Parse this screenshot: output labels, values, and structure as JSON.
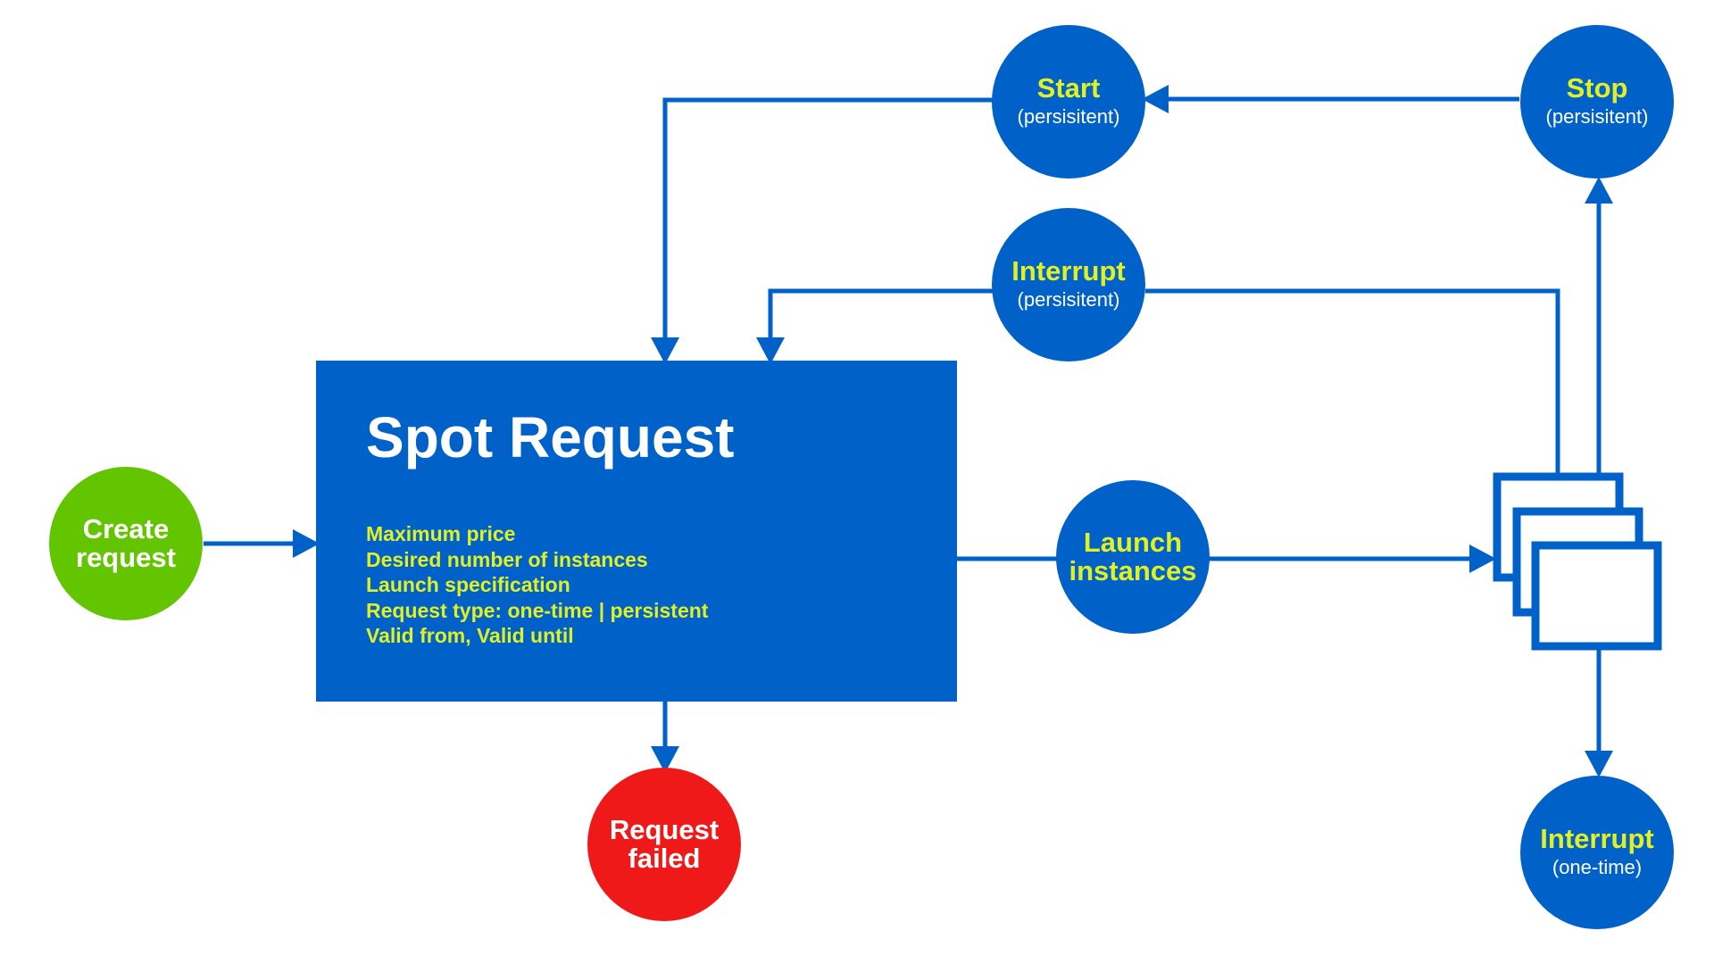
{
  "colors": {
    "primary_blue": "#0062c8",
    "highlight_yellow": "#e1f023",
    "green": "#63c400",
    "red": "#f01919",
    "white": "#ffffff"
  },
  "spot_request": {
    "title": "Spot Request",
    "attributes": [
      "Maximum price",
      "Desired number of instances",
      "Launch specification",
      "Request type: one-time | persistent",
      "Valid from, Valid until"
    ]
  },
  "nodes": {
    "create_request": {
      "label": "Create\nrequest"
    },
    "request_failed": {
      "label": "Request\nfailed"
    },
    "launch_instances": {
      "label": "Launch\ninstances"
    },
    "start": {
      "label": "Start",
      "sublabel": "(persisitent)"
    },
    "stop": {
      "label": "Stop",
      "sublabel": "(persisitent)"
    },
    "interrupt_persistent": {
      "label": "Interrupt",
      "sublabel": "(persisitent)"
    },
    "interrupt_one_time": {
      "label": "Interrupt",
      "sublabel": "(one-time)"
    }
  },
  "icons": {
    "instances": "stacked-windows-icon"
  }
}
